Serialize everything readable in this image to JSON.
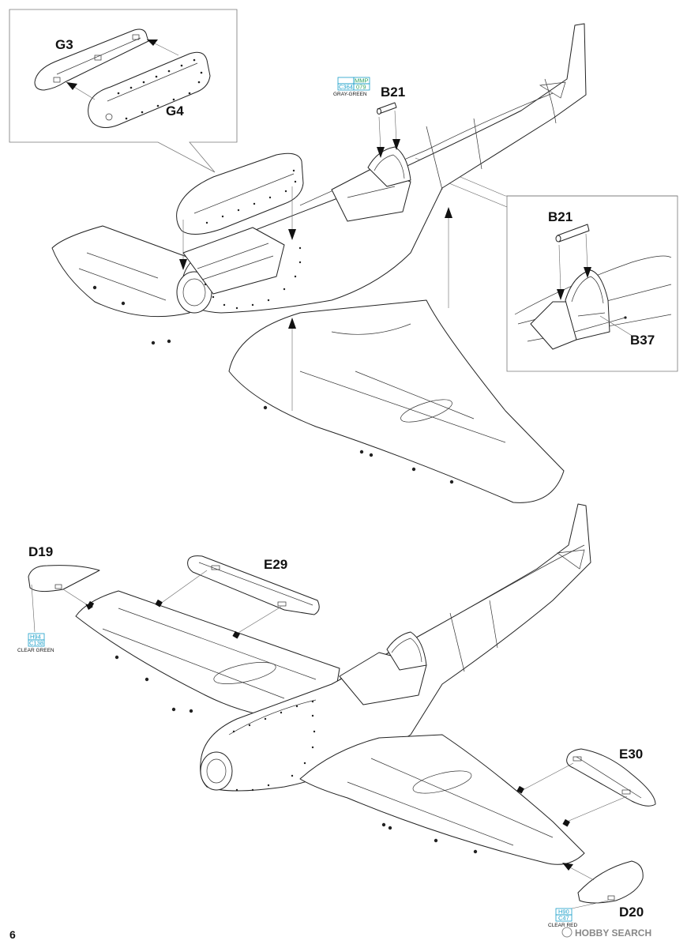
{
  "labels": {
    "g3": "G3",
    "g4": "G4",
    "b21_main": "B21",
    "b21_detail": "B21",
    "b37": "B37",
    "d19": "D19",
    "e29": "E29",
    "e30": "E30",
    "d20": "D20"
  },
  "paints": {
    "gray_green": {
      "brand": "MMP",
      "code_a": "C364",
      "code_b": "079",
      "name": "GRAY-GREEN"
    },
    "clear_green": {
      "code_a": "H94",
      "code_b": "C138",
      "name": "CLEAR GREEN"
    },
    "clear_red": {
      "code_a": "H90",
      "code_b": "C47",
      "name": "CLEAR RED"
    }
  },
  "page_number": "6",
  "watermark": "HOBBY SEARCH",
  "colors": {
    "paint_code": "#1a9fc9",
    "brand_code": "#2ca25f",
    "line": "#222222"
  }
}
